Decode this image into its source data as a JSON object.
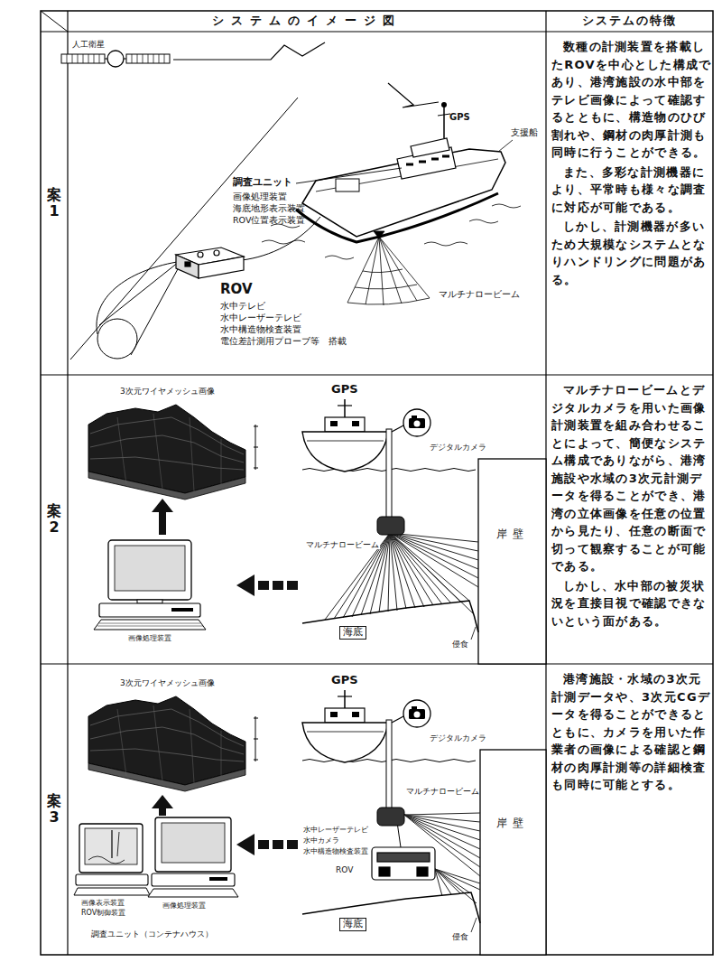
{
  "diagram": {
    "labels": [
      "システムのイメージ図",
      "システムの特徴",
      "案1",
      "人工衛星",
      "GPS",
      "支援船",
      "調査ユニット",
      "画像処理装置",
      "海底地形表示装置",
      "ROV位置表示装置",
      "マルチナロービーム",
      "ROV",
      "水中テレビ",
      "水中レーザーテレビ",
      "水中構造物検査装置",
      "電位差計測用プローブ等　搭載",
      "数種の計測装置を搭載したROVを中心とした構成であり、港湾施設の水中部をテレビ画像によって確認するとともに、構造物のひび割れや、鋼材の肉厚計測も同時に行うことができる。",
      "また、多彩な計測機器により、平常時も様々な調査に対応が可能である。",
      "しかし、計測機器が多いため大規模なシステムとなりハンドリングに問題がある。",
      "案2",
      "3次元ワイヤメッシュ画像",
      "GPS",
      "デジタルカメラ",
      "岸壁",
      "マルチナロービーム",
      "海底",
      "侵食",
      "画像処理装置",
      "マルチナロービームとデジタルカメラを用いた画像計測装置を組み合わせることによって、簡便なシステム構成でありながら、港湾施設や水域の3次元計測データを得ることができ、港湾の立体画像を任意の位置から見たり、任意の断面で切って観察することが可能である。",
      "しかし、水中部の被災状況を直接目視で確認できないという面がある。",
      "案3",
      "3次元ワイヤメッシュ画像",
      "GPS",
      "デジタルカメラ",
      "マルチナロービーム",
      "岸壁",
      "水中レーザーテレビ",
      "水中カメラ",
      "水中構造物検査装置",
      "ROV",
      "海底",
      "侵食",
      "画像表示装置",
      "ROV制御装置",
      "画像処理装置",
      "調査ユニット（コンテナハウス）",
      "港湾施設・水域の3次元計測データや、3次元CGデータを得ることができるとともに、カメラを用いた作業者の画像による確認と鋼材の肉厚計測等の詳細検査も同時に可能とする。"
    ]
  }
}
